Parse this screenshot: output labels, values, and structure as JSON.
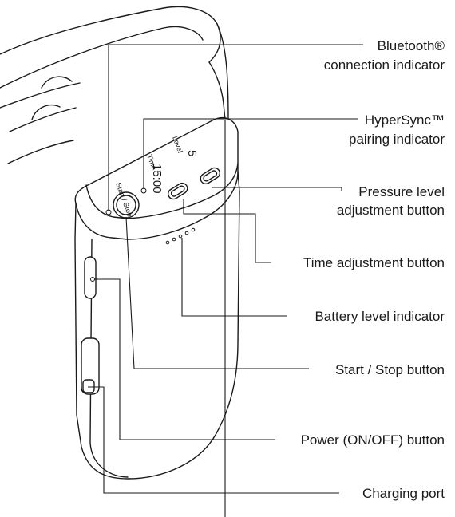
{
  "labels": {
    "bluetooth_line1": "Bluetooth®",
    "bluetooth_line2": "connection indicator",
    "hypersync_line1": "HyperSync™",
    "hypersync_line2": "pairing indicator",
    "pressure_line1": "Pressure level",
    "pressure_line2": "adjustment button",
    "time_button": "Time adjustment button",
    "battery": "Battery level indicator",
    "start_stop_button": "Start / Stop button",
    "power_button": "Power (ON/OFF) button",
    "charging_port": "Charging port"
  },
  "device": {
    "start_stop_text": "Start / Stop",
    "time_text": "Time",
    "level_text": "Level",
    "time_value": "15:00",
    "level_value": "5",
    "battery_dots": 5
  }
}
